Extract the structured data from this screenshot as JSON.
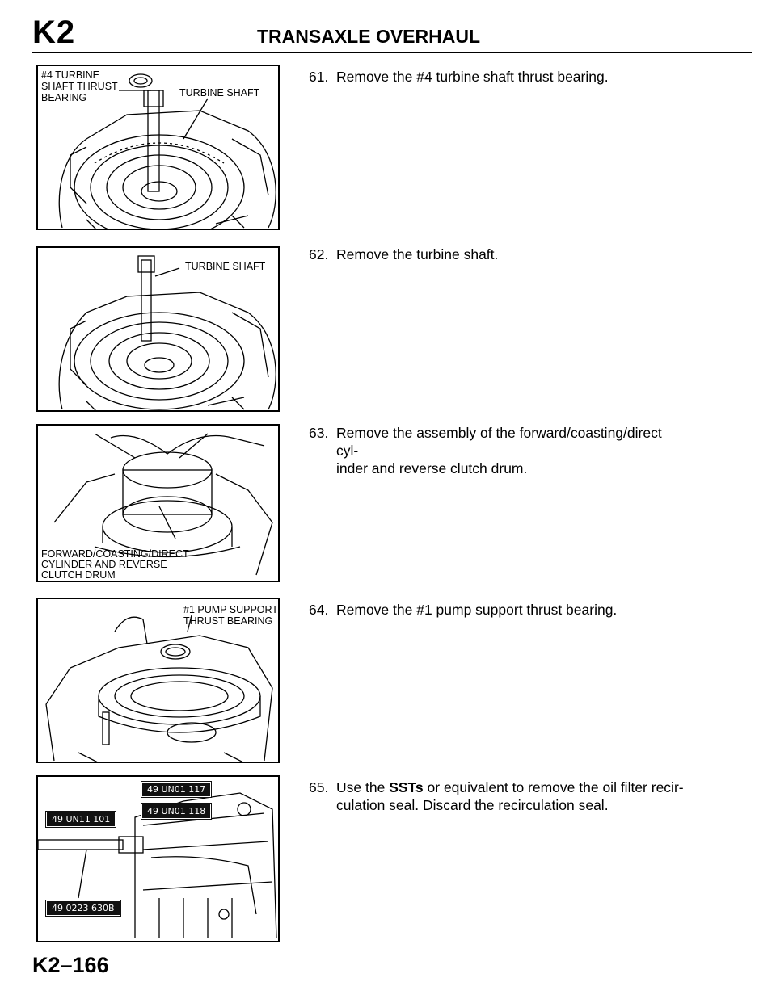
{
  "header": {
    "section_code": "K2",
    "title": "TRANSAXLE OVERHAUL"
  },
  "figures": [
    {
      "labels": [
        "#4 TURBINE",
        "SHAFT THRUST",
        "BEARING",
        "TURBINE SHAFT"
      ]
    },
    {
      "labels": [
        "TURBINE SHAFT"
      ]
    },
    {
      "labels": [
        "FORWARD/COASTING/DIRECT",
        "CYLINDER AND REVERSE",
        "CLUTCH DRUM"
      ]
    },
    {
      "labels": [
        "#1 PUMP SUPPORT",
        "THRUST BEARING"
      ]
    },
    {
      "tools": [
        "49 UN01 117",
        "49 UN11 101",
        "49 UN01 118",
        "49 0223 630B"
      ]
    }
  ],
  "steps": [
    {
      "number": "61.",
      "text": "Remove the #4 turbine shaft thrust bearing."
    },
    {
      "number": "62.",
      "text": "Remove the turbine shaft."
    },
    {
      "number": "63.",
      "text": "Remove the assembly of the forward/coasting/direct cyl-",
      "text2": "inder and reverse clutch drum."
    },
    {
      "number": "64.",
      "text": "Remove the #1 pump support thrust bearing."
    },
    {
      "number": "65.",
      "text_pre": "Use the ",
      "text_bold": "SSTs",
      "text_post": " or equivalent to remove the oil filter recir-",
      "text2": "culation seal. Discard the recirculation seal."
    }
  ],
  "footer": {
    "page_number": "K2–166"
  }
}
